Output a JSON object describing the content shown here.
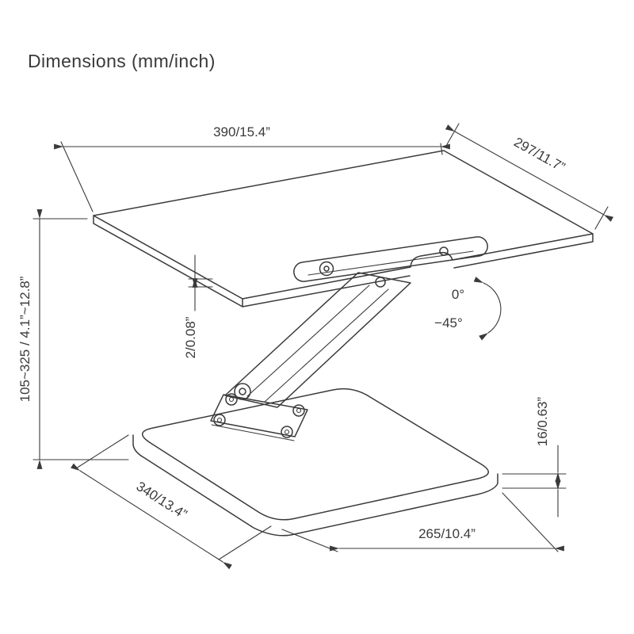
{
  "title": "Dimensions (mm/inch)",
  "dims": {
    "platform_width": "390/15.4”",
    "platform_depth": "297/11.7”",
    "height_range": "105~325 / 4.1”~12.8”",
    "platform_thickness": "2/0.08”",
    "tilt_max": "0°",
    "tilt_min": "−45°",
    "base_thickness": "16/0.63”",
    "base_width": "340/13.4”",
    "base_depth": "265/10.4”"
  },
  "colors": {
    "line": "#3a3a3a",
    "background": "#ffffff"
  }
}
